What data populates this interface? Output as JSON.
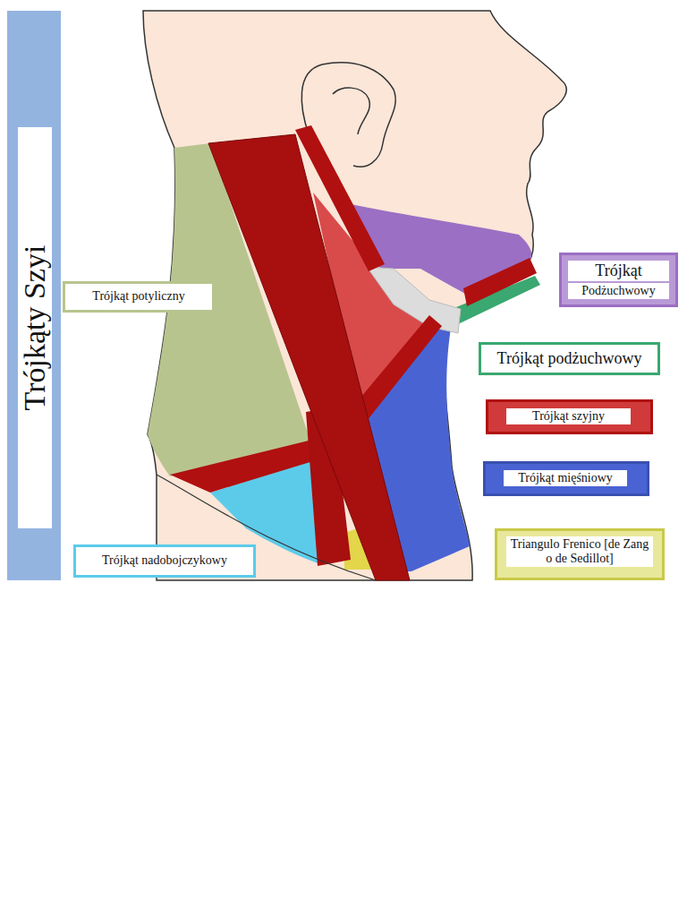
{
  "diagram": {
    "title": "Trójkąty Szyi",
    "nodes": [
      {
        "text": [
          "Trójkąt potyliczny"
        ]
      },
      {
        "text": [
          "Trójkąt",
          "Podżuchwowy"
        ]
      },
      {
        "text": [
          "Trójkąt podżuchwowy"
        ]
      },
      {
        "text": [
          "Trójkąt szyjny"
        ]
      },
      {
        "text": [
          "Trójkąt mięśniowy"
        ]
      },
      {
        "text": [
          "Triangulo Frenico [de Zang o de Sedillot]"
        ]
      },
      {
        "text": [
          "Trójkąt nadobojczykowy"
        ]
      }
    ]
  }
}
